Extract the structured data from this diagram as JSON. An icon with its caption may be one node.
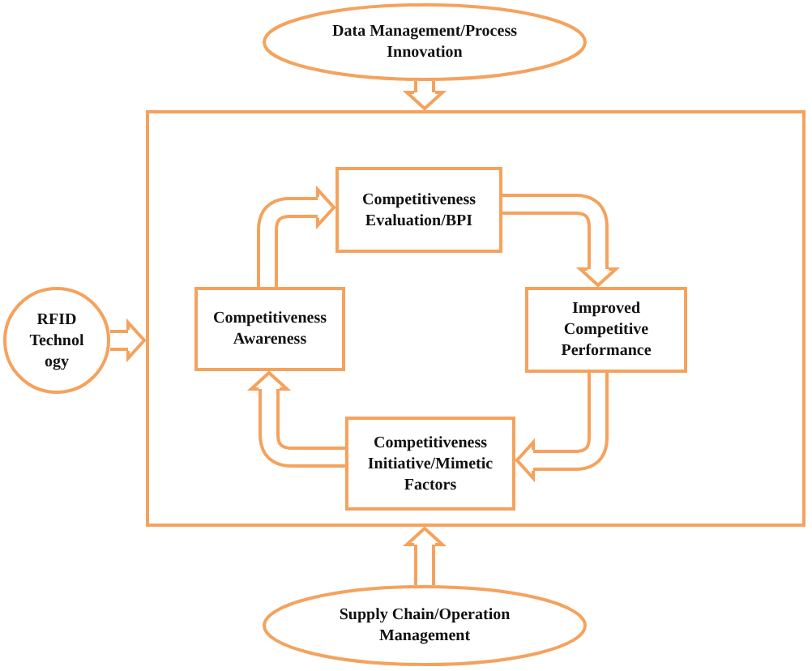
{
  "diagram": {
    "nodes": [
      {
        "text": [
          "Data Management/Process Innovation"
        ]
      },
      {
        "text": [
          "RFID Technology"
        ]
      },
      {
        "text": [],
        "shape": "box"
      },
      {
        "text": [
          "Competitiveness Evaluation/BPI"
        ],
        "in": 2
      },
      {
        "text": [
          "Competitiveness Awareness"
        ],
        "in": 2
      },
      {
        "text": [
          "Improved Competitive Performance"
        ],
        "in": 2
      },
      {
        "text": [
          "Competitiveness Initiative/Mimetic Factors"
        ],
        "in": 2
      },
      {
        "text": [
          "Supply Chain/Operation Management"
        ]
      }
    ],
    "edges": [
      {
        "from": 0,
        "to": 2,
        "arrow": "to"
      },
      {
        "from": 1,
        "to": 2,
        "arrow": "to"
      },
      {
        "from": 7,
        "to": 2,
        "arrow": "to"
      },
      {
        "from": 4,
        "to": 3,
        "arrow": "to"
      },
      {
        "from": 3,
        "to": 5,
        "arrow": "to"
      },
      {
        "from": 5,
        "to": 6,
        "arrow": "to"
      },
      {
        "from": 6,
        "to": 4,
        "arrow": "to"
      }
    ]
  }
}
